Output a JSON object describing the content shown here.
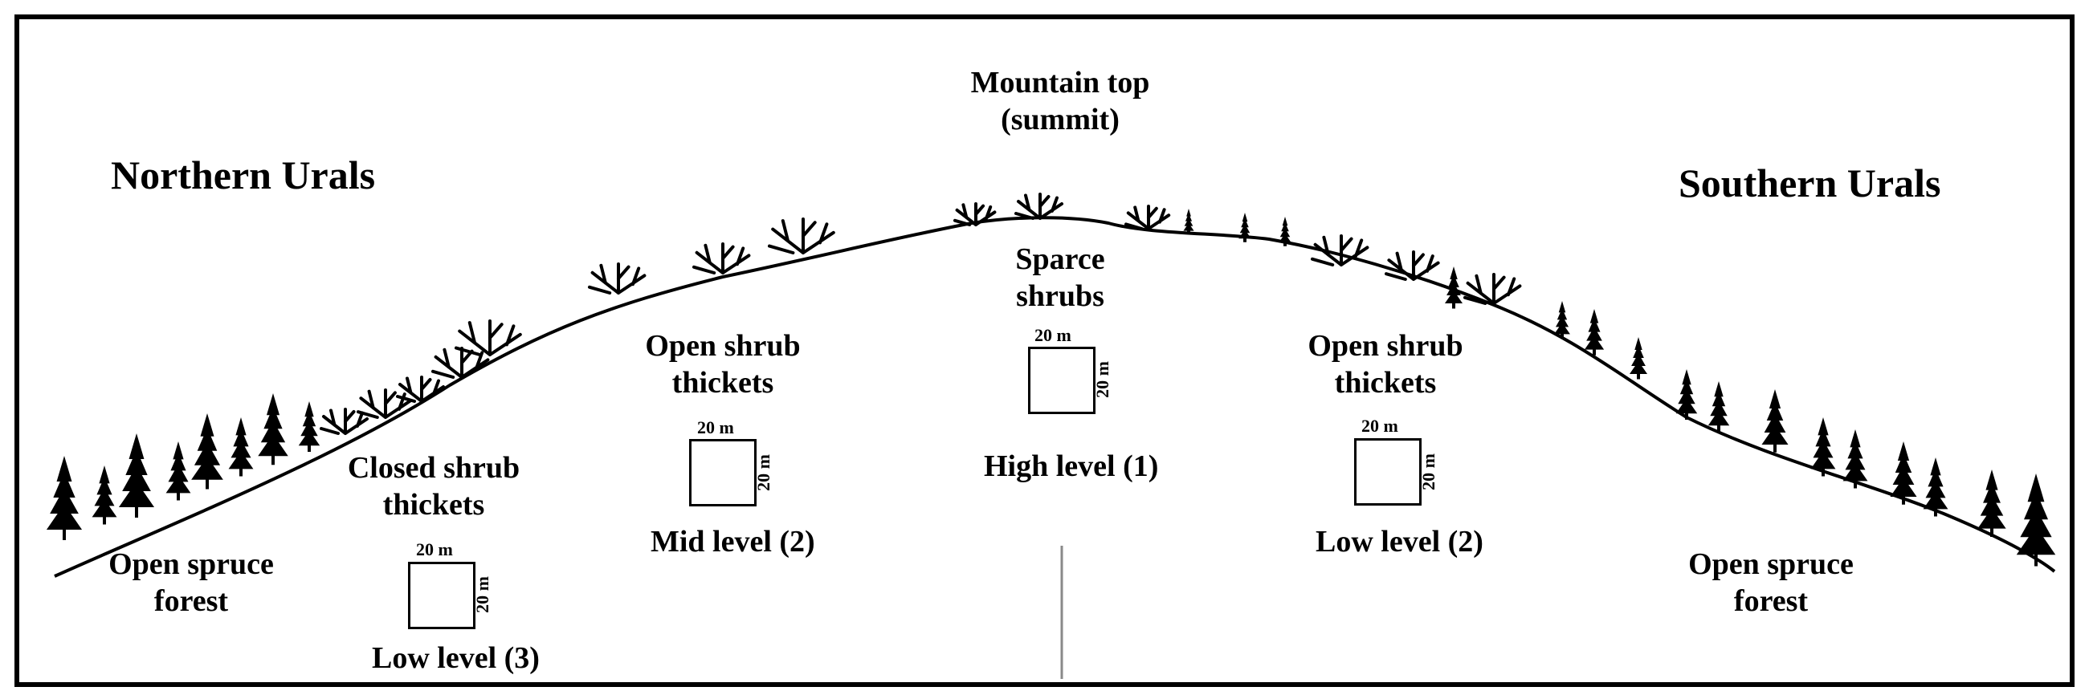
{
  "regions": {
    "north": "Northern Urals",
    "south": "Southern Urals"
  },
  "summit": {
    "line1": "Mountain top",
    "line2": "(summit)"
  },
  "zones": {
    "sparse_line1": "Sparce",
    "sparse_line2": "shrubs",
    "open_left_line1": "Open shrub",
    "open_left_line2": "thickets",
    "open_right_line1": "Open shrub",
    "open_right_line2": "thickets",
    "closed_line1": "Closed shrub",
    "closed_line2": "thickets",
    "spruce_left_line1": "Open spruce",
    "spruce_left_line2": "forest",
    "spruce_right_line1": "Open spruce",
    "spruce_right_line2": "forest"
  },
  "plots": {
    "high": {
      "size_h": "20 m",
      "size_v": "20 m",
      "label": "High level (1)"
    },
    "mid": {
      "size_h": "20 m",
      "size_v": "20 m",
      "label": "Mid level (2)"
    },
    "low_right": {
      "size_h": "20 m",
      "size_v": "20 m",
      "label": "Low level  (2)"
    },
    "low_left": {
      "size_h": "20 m",
      "size_v": "20 m",
      "label": "Low level (3)"
    }
  },
  "colors": {
    "ink": "#000000",
    "divider": "#8a8a8a"
  }
}
